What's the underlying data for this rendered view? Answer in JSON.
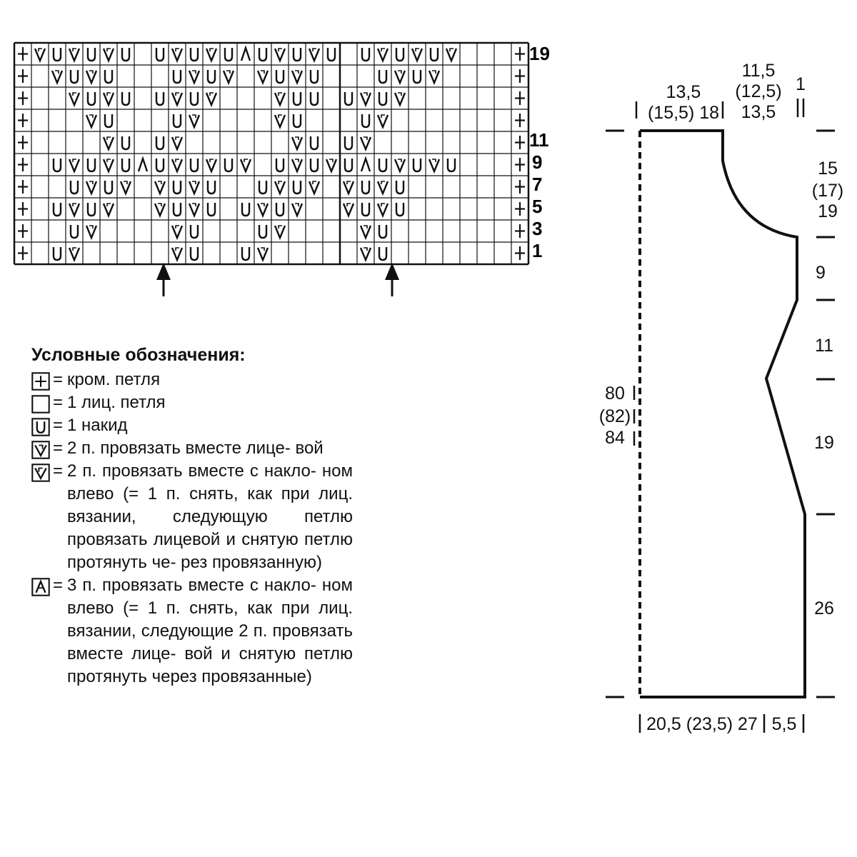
{
  "knitting_chart": {
    "row_numbers": [
      "19",
      "11",
      "9",
      "7",
      "5",
      "3",
      "1"
    ],
    "repeat_arrows": 2
  },
  "legend": {
    "title": "Условные обозначения:",
    "items": [
      {
        "symbol": "selvage-stitch",
        "eq": "=",
        "text": "кром. петля"
      },
      {
        "symbol": "knit-stitch",
        "eq": "=",
        "text": "1 лиц. петля"
      },
      {
        "symbol": "yarn-over",
        "eq": "=",
        "text": "1 накид"
      },
      {
        "symbol": "k2tog-right",
        "eq": "=",
        "text": "2 п. провязать вместе лице- вой"
      },
      {
        "symbol": "k2tog-left",
        "eq": "=",
        "text": "2 п. провязать вместе с накло- ном влево (= 1 п. снять, как при лиц. вязании, следующую петлю провязать лицевой и снятую петлю протянуть че- рез провязанную)"
      },
      {
        "symbol": "k3tog-left",
        "eq": "=",
        "text": "3 п. провязать вместе с накло- ном влево (= 1 п. снять, как при лиц. вязании, следующие 2 п. провязать вместе лице- вой и снятую петлю протянуть через провязанные)"
      }
    ]
  },
  "schema": {
    "top_left_width": [
      "13,5",
      "(15,5) 18"
    ],
    "top_neck_width": [
      "11,5",
      "(12,5)",
      "13,5"
    ],
    "top_shoulder_offset": "1",
    "total_height": [
      "80",
      "(82)",
      "84"
    ],
    "right_heights": [
      {
        "lines": [
          "15",
          "(17)",
          "19"
        ]
      },
      {
        "lines": [
          "9"
        ]
      },
      {
        "lines": [
          "11"
        ]
      },
      {
        "lines": [
          "19"
        ]
      },
      {
        "lines": [
          "26"
        ]
      }
    ],
    "bottom_width": "20,5 (23,5) 27",
    "bottom_right": "5,5"
  }
}
